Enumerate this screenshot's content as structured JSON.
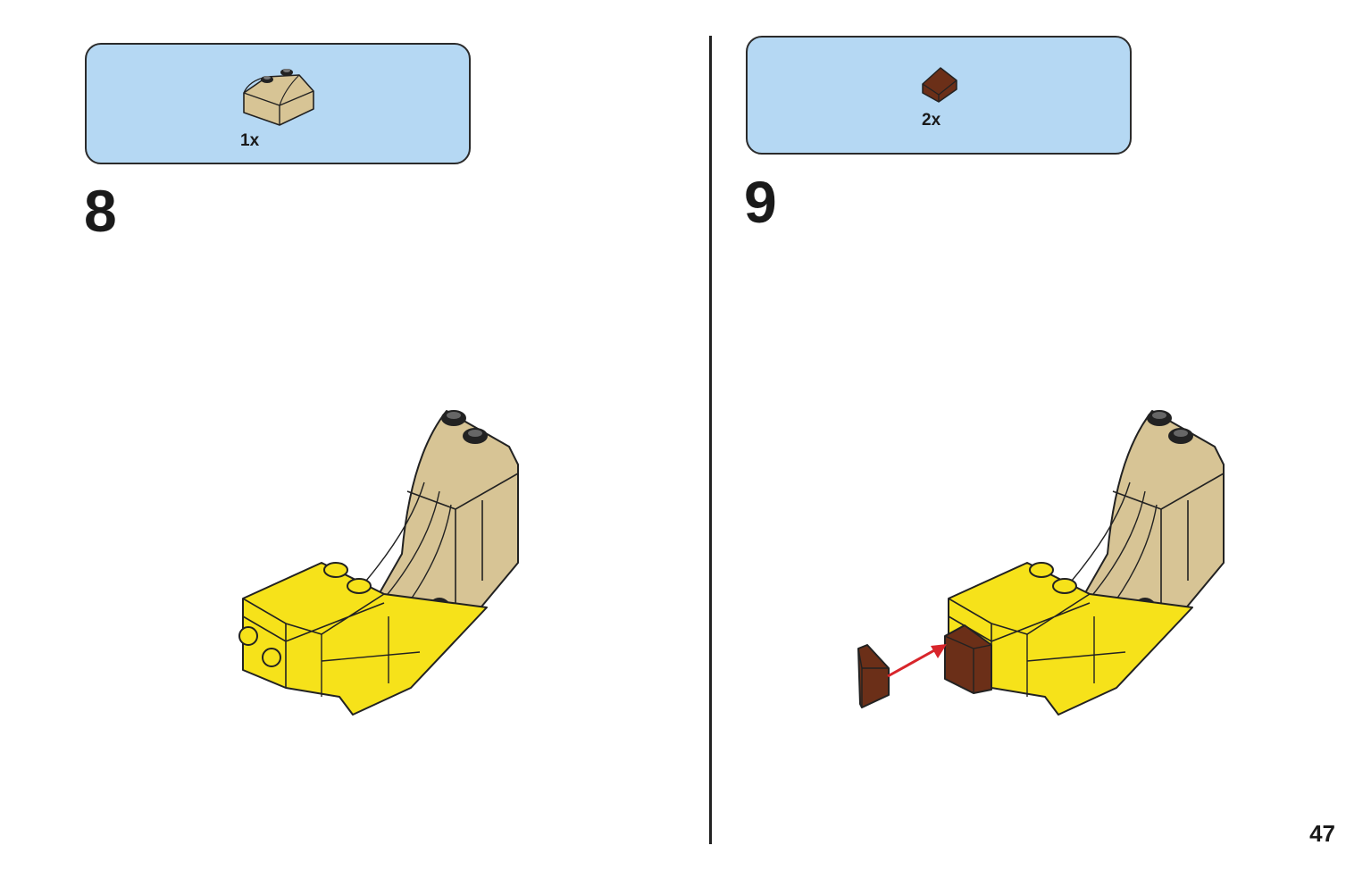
{
  "steps": [
    {
      "number": "8",
      "parts": [
        {
          "qty": "1x",
          "part": "tan-curved-slope-2x2-icon",
          "color": "#d7c495"
        }
      ]
    },
    {
      "number": "9",
      "parts": [
        {
          "qty": "2x",
          "part": "brown-slope-1x1-icon",
          "color": "#6b2f18"
        }
      ]
    }
  ],
  "colors": {
    "yellow": "#f6e21a",
    "tan": "#d7c495",
    "brown": "#6b2f18",
    "arrow": "#d8252b",
    "parts_bg": "#b5d8f3"
  },
  "page_number": "47"
}
